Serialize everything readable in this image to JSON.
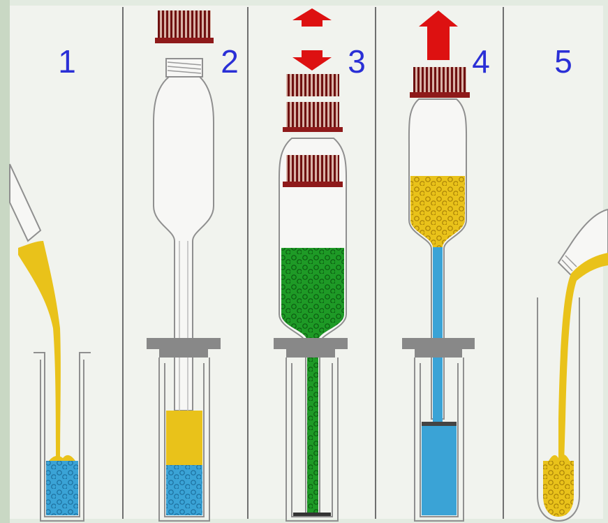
{
  "panels": [
    {
      "number": "1"
    },
    {
      "number": "2"
    },
    {
      "number": "3"
    },
    {
      "number": "4"
    },
    {
      "number": "5"
    }
  ],
  "colors": {
    "number": "#2a2fd6",
    "background": "#eff2ec",
    "divider": "#6f6f6f",
    "liquid_yellow": "#e9c21a",
    "liquid_blue": "#3aa3d6",
    "liquid_green": "#1e9a26",
    "cap": "#8e1a1a",
    "arrow": "#dd1111",
    "glass_outline": "#8f8f8f"
  },
  "icons": [
    "arrow-up-icon",
    "arrow-down-icon",
    "arrow-up-icon",
    "bead-icon"
  ]
}
